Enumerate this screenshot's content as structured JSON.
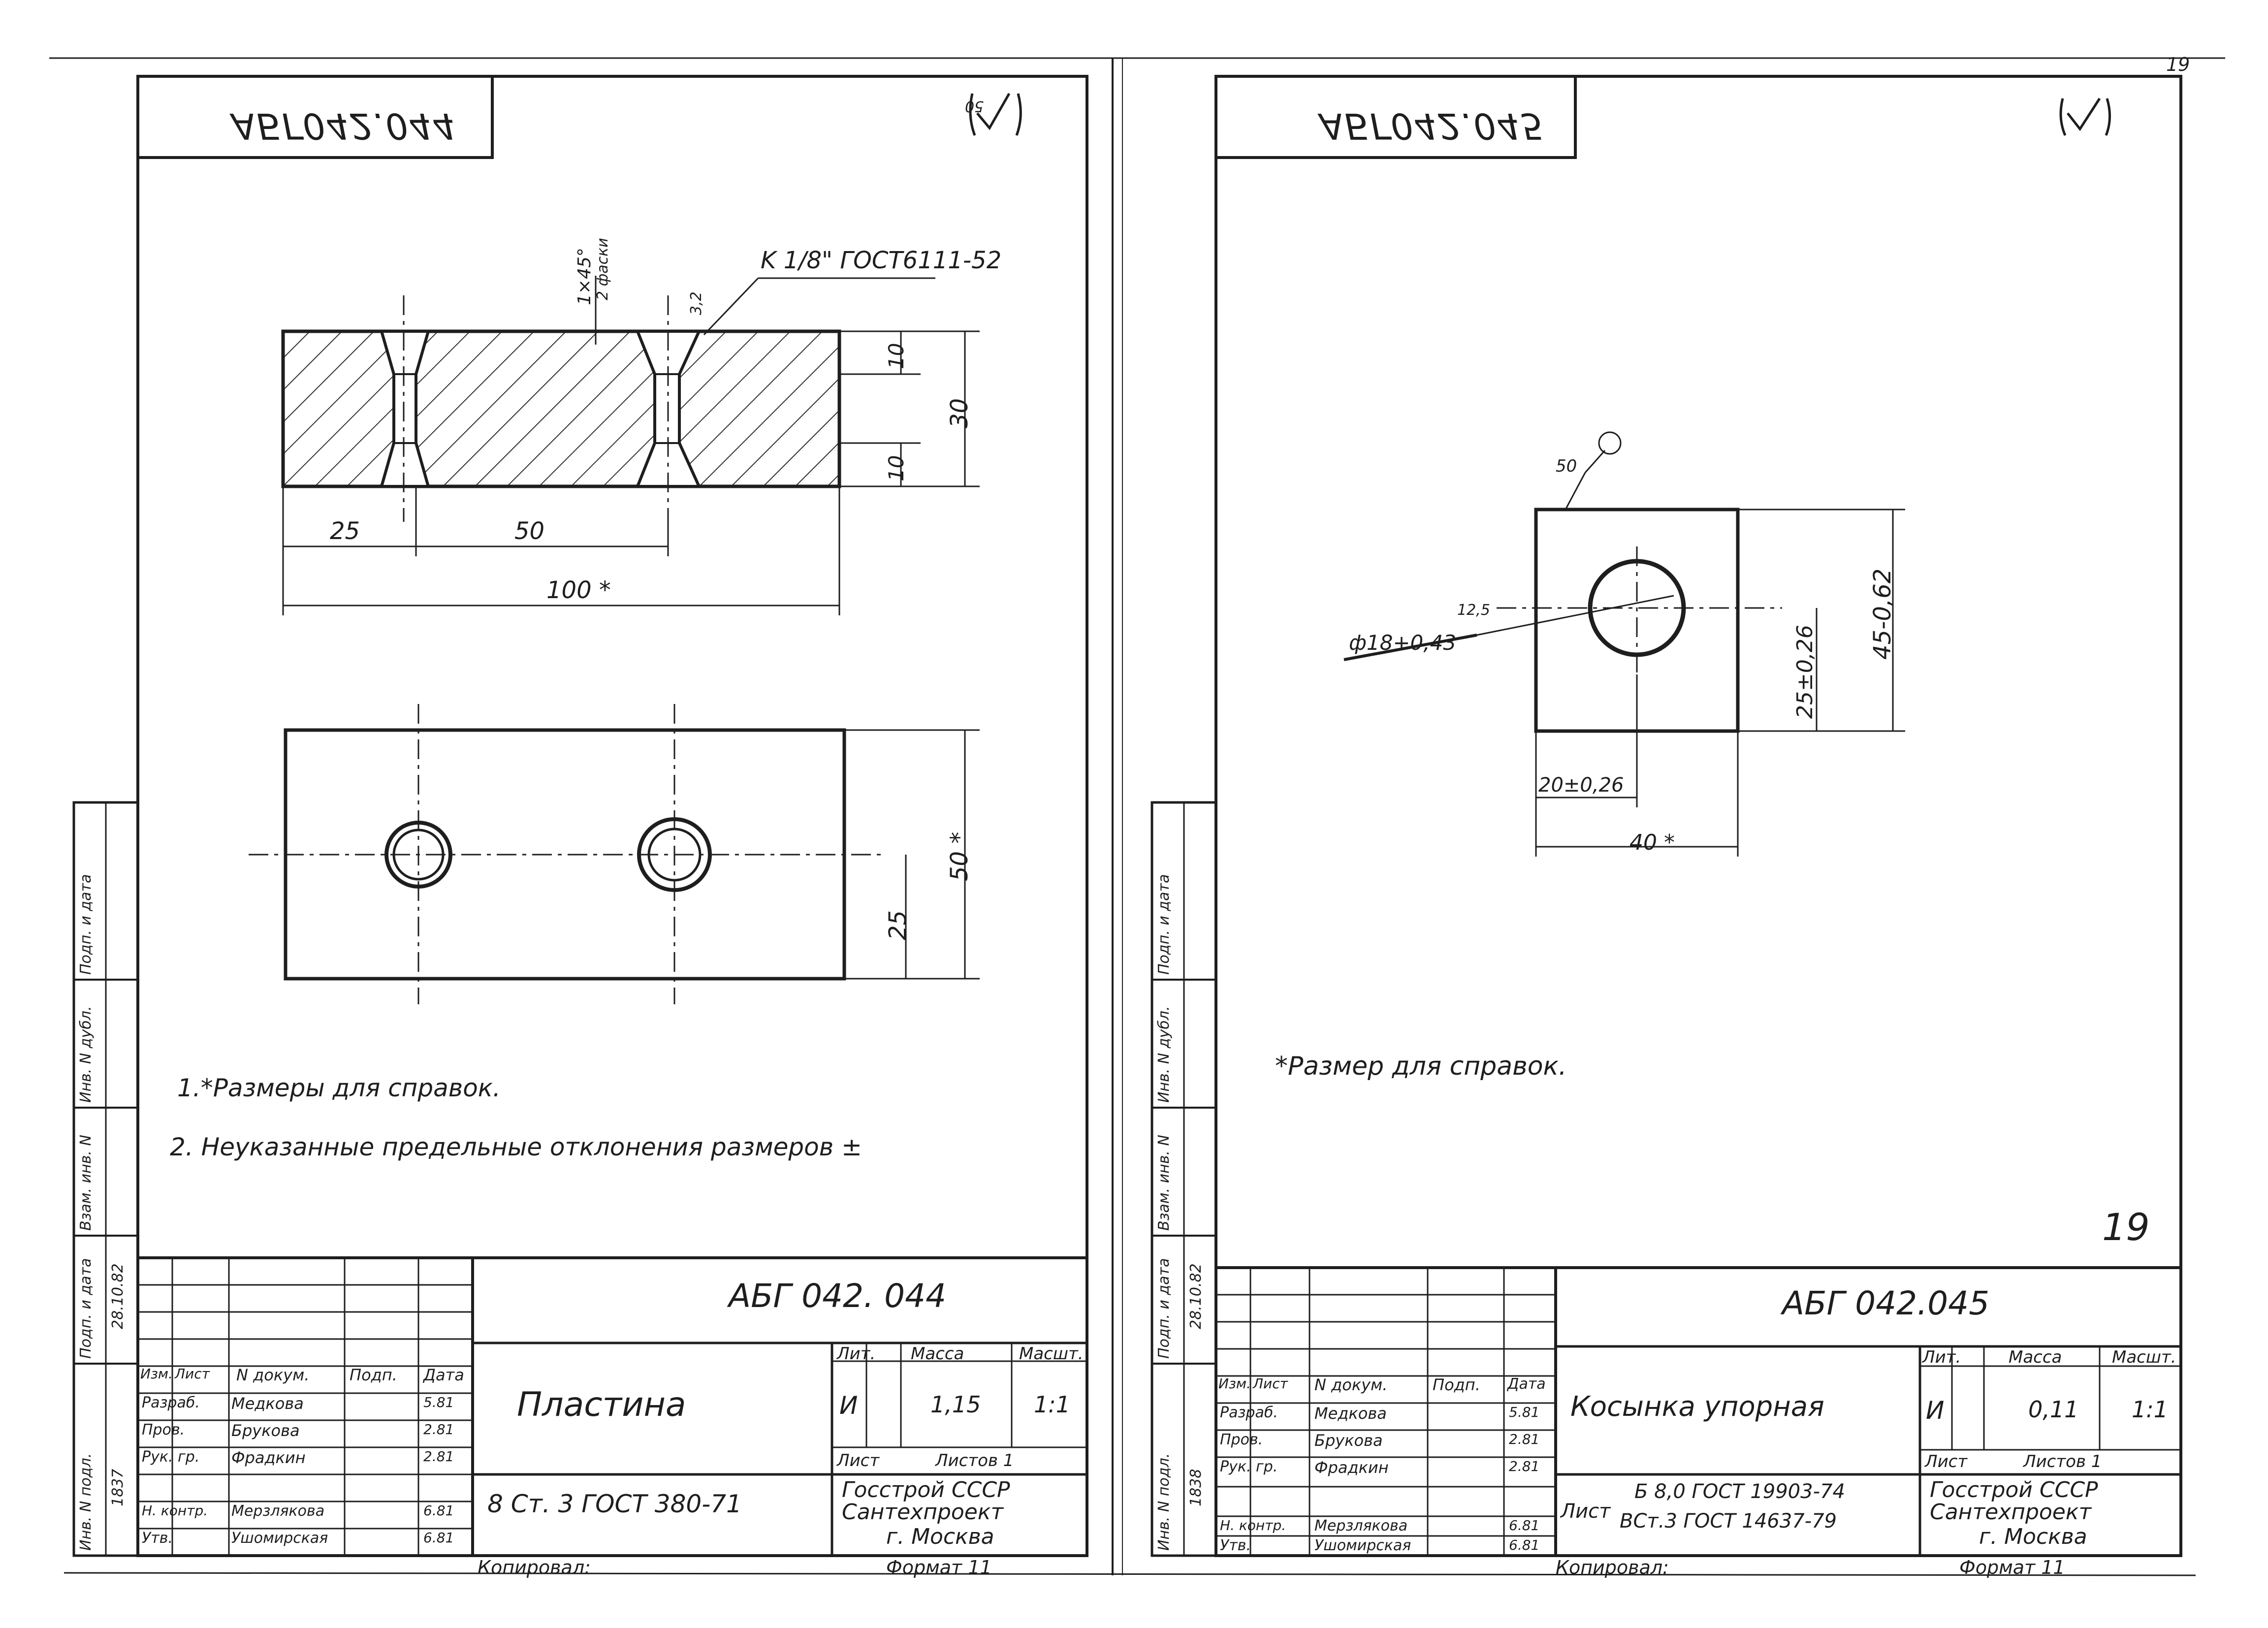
{
  "page_number": "19",
  "corner_mark": "19",
  "left": {
    "code_box": "АБГ042.044",
    "code_box_mirrored": true,
    "roughness_top": "50",
    "callout_chamfer_line1": "1×45°",
    "callout_chamfer_line2": "2 фаски",
    "callout_roughness": "3,2",
    "thread_label": "K 1/8\" ГОСТ6111-52",
    "dims": {
      "d10_top": "10",
      "d10_bot": "10",
      "d30": "30",
      "d25": "25",
      "d50": "50",
      "d100": "100 *",
      "d50_side": "50 *",
      "d25_side": "25"
    },
    "notes": {
      "line1": "1.*Размеры для справок.",
      "line2": "2. Неуказанные предельные отклонения размеров ±"
    },
    "title_block": {
      "designation": "АБГ 042. 044",
      "name": "Пластина",
      "material": "8 Ст. 3 ГОСТ 380-71",
      "lit_header": "Лит.",
      "mass_header": "Масса",
      "scale_header": "Масшт.",
      "lit": "И",
      "mass": "1,15",
      "scale": "1:1",
      "sheet_label": "Лист",
      "sheets_label": "Листов 1",
      "org": [
        "Госстрой СССР",
        "Сантехпроект",
        "г. Москва"
      ],
      "col_headers": [
        "Изм.",
        "Лист",
        "N докум.",
        "Подп.",
        "Дата"
      ],
      "rows": [
        {
          "role": "Разраб.",
          "name": "Медкова",
          "date": "5.81"
        },
        {
          "role": "Пров.",
          "name": "Брукова",
          "date": "2.81"
        },
        {
          "role": "Рук. гр.",
          "name": "Фрадкин",
          "date": "2.81"
        },
        {
          "role": "Н. контр.",
          "name": "Мерзлякова",
          "date": "6.81"
        },
        {
          "role": "Утв.",
          "name": "Ушомирская",
          "date": "6.81"
        }
      ],
      "copied": "Копировал:",
      "format": "Формат 11"
    },
    "side_stamps": [
      "Инв. N подл.",
      "Подп. и дата",
      "Взам. инв. N",
      "Инв. N дубл.",
      "Подп. и дата"
    ],
    "side_values": {
      "inv": "1837",
      "date": "28.10.82"
    }
  },
  "right": {
    "code_box": "АБГ042.045",
    "code_box_mirrored": true,
    "roughness_top": "",
    "surface_note": "50",
    "hole_dim": "ф18+0,43",
    "hole_roughness": "12,5",
    "dims": {
      "d45": "45-0,62",
      "d25": "25±0,26",
      "d20": "20±0,26",
      "d40": "40 *"
    },
    "notes": {
      "line1": "*Размер для справок."
    },
    "sheet_mark": "19",
    "title_block": {
      "designation": "АБГ 042.045",
      "name": "Косынка упорная",
      "material_line1": "Б 8,0 ГОСТ 19903-74",
      "material_line2": "ВСт.3 ГОСТ 14637-79",
      "material_prefix": "Лист",
      "lit_header": "Лит.",
      "mass_header": "Масса",
      "scale_header": "Масшт.",
      "lit": "И",
      "mass": "0,11",
      "scale": "1:1",
      "sheet_label": "Лист",
      "sheets_label": "Листов 1",
      "org": [
        "Госстрой СССР",
        "Сантехпроект",
        "г. Москва"
      ],
      "col_headers": [
        "Изм.",
        "Лист",
        "N докум.",
        "Подп.",
        "Дата"
      ],
      "rows": [
        {
          "role": "Разраб.",
          "name": "Медкова",
          "date": "5.81"
        },
        {
          "role": "Пров.",
          "name": "Брукова",
          "date": "2.81"
        },
        {
          "role": "Рук. гр.",
          "name": "Фрадкин",
          "date": "2.81"
        },
        {
          "role": "Н. контр.",
          "name": "Мерзлякова",
          "date": "6.81"
        },
        {
          "role": "Утв.",
          "name": "Ушомирская",
          "date": "6.81"
        }
      ],
      "copied": "Копировал:",
      "format": "Формат 11"
    },
    "side_stamps": [
      "Инв. N подл.",
      "Подп. и дата",
      "Взам. инв. N",
      "Инв. N дубл.",
      "Подп. и дата"
    ],
    "side_values": {
      "inv": "1838",
      "date": "28.10.82"
    }
  },
  "colors": {
    "ink": "#1e1e1e",
    "paper": "#ffffff",
    "hatch": "#333333"
  }
}
